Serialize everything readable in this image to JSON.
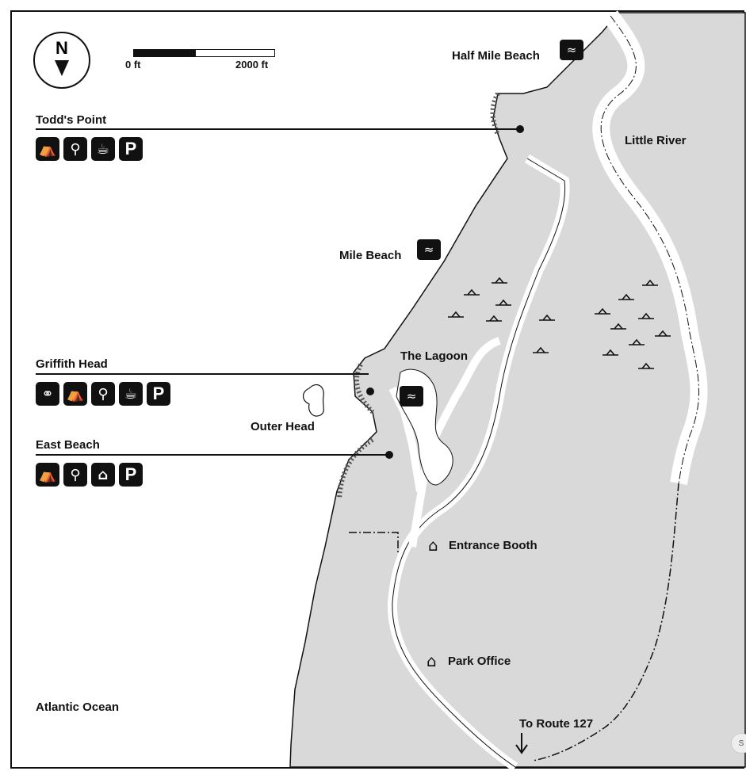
{
  "compass": {
    "letter": "N"
  },
  "scale": {
    "start": "0 ft",
    "end": "2000 ft"
  },
  "labels": {
    "half_mile_beach": "Half Mile Beach",
    "todds_point": "Todd's Point",
    "little_river": "Little River",
    "mile_beach": "Mile Beach",
    "the_lagoon": "The Lagoon",
    "griffith_head": "Griffith Head",
    "outer_head": "Outer Head",
    "east_beach": "East Beach",
    "entrance_booth": "Entrance Booth",
    "park_office": "Park Office",
    "atlantic_ocean": "Atlantic Ocean",
    "to_route": "To Route 127"
  },
  "amenities": {
    "todds_point": [
      "picnic-icon",
      "restroom-icon",
      "concession-icon",
      "parking-icon"
    ],
    "griffith_head": [
      "binoculars-icon",
      "picnic-icon",
      "restroom-icon",
      "concession-icon",
      "parking-icon"
    ],
    "east_beach": [
      "picnic-icon",
      "restroom-icon",
      "shelter-icon",
      "parking-icon"
    ]
  },
  "parking_letter": "P",
  "edge_widget": {
    "label": "S"
  },
  "colors": {
    "land": "#dcdcdc",
    "water": "#ffffff",
    "ink": "#111111"
  }
}
